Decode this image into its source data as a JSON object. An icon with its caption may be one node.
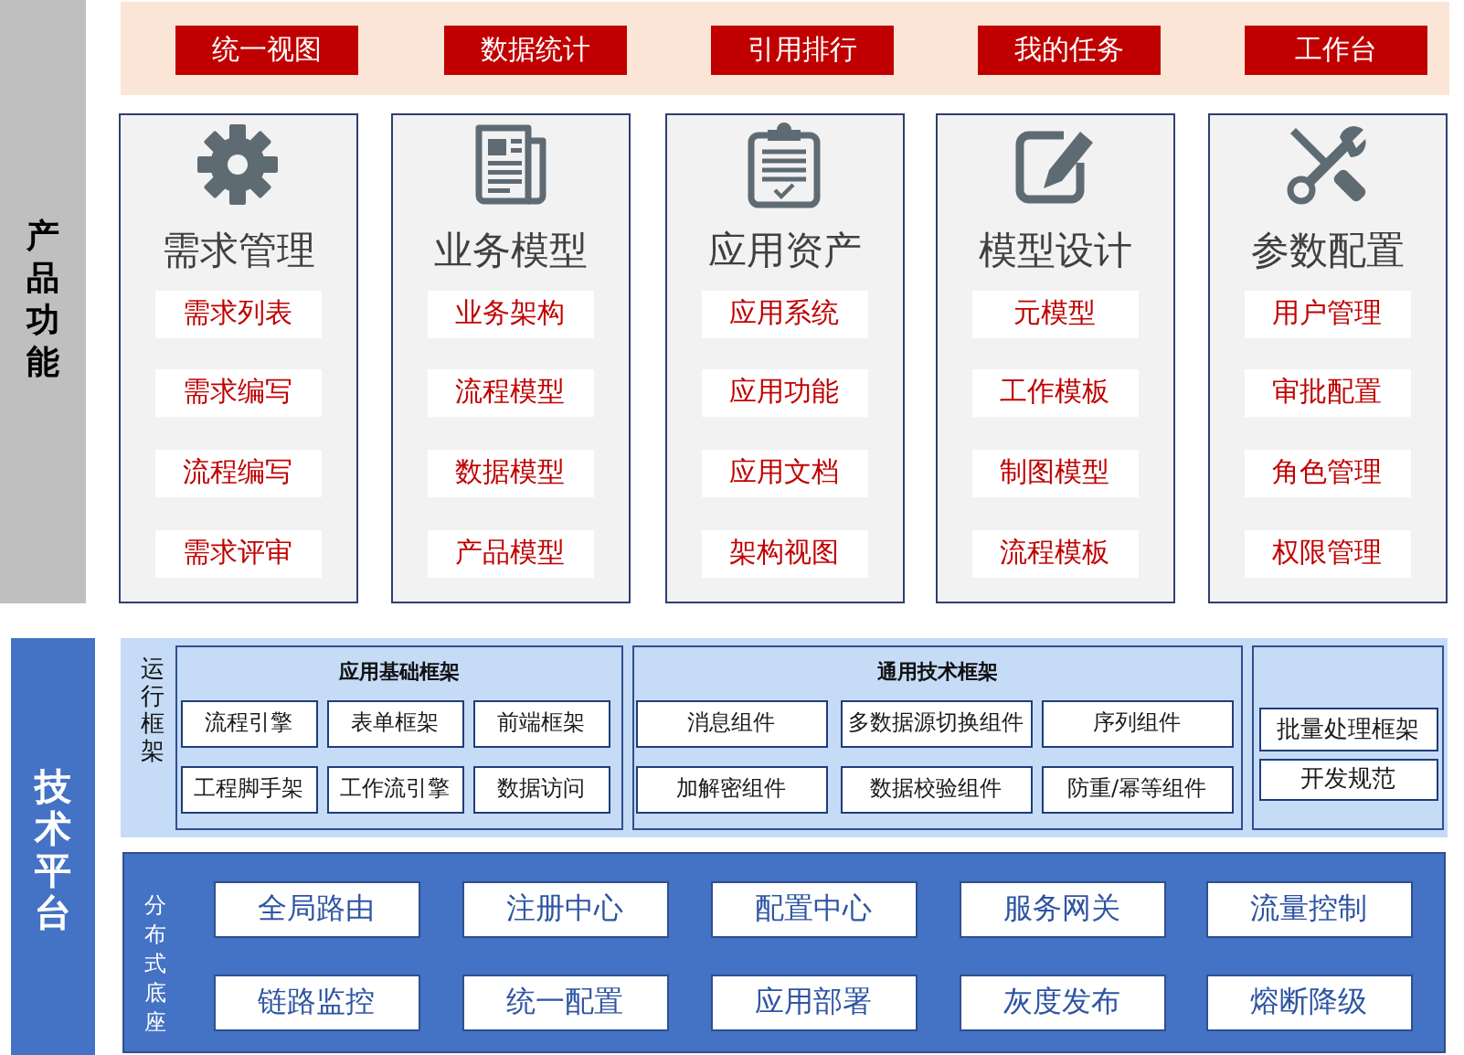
{
  "diagram": {
    "nodes": [
      {
        "text": [
          "产品功能"
        ]
      },
      {
        "text": [],
        "shape": "box"
      },
      {
        "text": [
          "统一视图"
        ],
        "in": 1
      },
      {
        "text": [
          "数据统计"
        ],
        "in": 1
      },
      {
        "text": [
          "引用排行"
        ],
        "in": 1
      },
      {
        "text": [
          "我的任务"
        ],
        "in": 1
      },
      {
        "text": [
          "工作台"
        ],
        "in": 1
      },
      {
        "text": [
          "需求管理"
        ]
      },
      {
        "text": [
          "需求列表"
        ],
        "in": 7
      },
      {
        "text": [
          "需求编写"
        ],
        "in": 7
      },
      {
        "text": [
          "流程编写"
        ],
        "in": 7
      },
      {
        "text": [
          "需求评审"
        ],
        "in": 7
      },
      {
        "text": [
          "业务模型"
        ]
      },
      {
        "text": [
          "业务架构"
        ],
        "in": 12
      },
      {
        "text": [
          "流程模型"
        ],
        "in": 12
      },
      {
        "text": [
          "数据模型"
        ],
        "in": 12
      },
      {
        "text": [
          "产品模型"
        ],
        "in": 12
      },
      {
        "text": [
          "应用资产"
        ]
      },
      {
        "text": [
          "应用系统"
        ],
        "in": 17
      },
      {
        "text": [
          "应用功能"
        ],
        "in": 17
      },
      {
        "text": [
          "应用文档"
        ],
        "in": 17
      },
      {
        "text": [
          "架构视图"
        ],
        "in": 17
      },
      {
        "text": [
          "模型设计"
        ]
      },
      {
        "text": [
          "元模型"
        ],
        "in": 22
      },
      {
        "text": [
          "工作模板"
        ],
        "in": 22
      },
      {
        "text": [
          "制图模型"
        ],
        "in": 22
      },
      {
        "text": [
          "流程模板"
        ],
        "in": 22
      },
      {
        "text": [
          "参数配置"
        ]
      },
      {
        "text": [
          "用户管理"
        ],
        "in": 27
      },
      {
        "text": [
          "审批配置"
        ],
        "in": 27
      },
      {
        "text": [
          "角色管理"
        ],
        "in": 27
      },
      {
        "text": [
          "权限管理"
        ],
        "in": 27
      },
      {
        "text": [
          "技术平台"
        ]
      },
      {
        "text": [
          "运行框架"
        ]
      },
      {
        "text": [
          "应用基础框架"
        ],
        "in": 33
      },
      {
        "text": [
          "流程引擎"
        ],
        "in": 34
      },
      {
        "text": [
          "表单框架"
        ],
        "in": 34
      },
      {
        "text": [
          "前端框架"
        ],
        "in": 34
      },
      {
        "text": [
          "工程脚手架"
        ],
        "in": 34
      },
      {
        "text": [
          "工作流引擎"
        ],
        "in": 34
      },
      {
        "text": [
          "数据访问"
        ],
        "in": 34
      },
      {
        "text": [
          "通用技术框架"
        ],
        "in": 33
      },
      {
        "text": [
          "消息组件"
        ],
        "in": 41
      },
      {
        "text": [
          "多数据源切换组件"
        ],
        "in": 41
      },
      {
        "text": [
          "序列组件"
        ],
        "in": 41
      },
      {
        "text": [
          "加解密组件"
        ],
        "in": 41
      },
      {
        "text": [
          "数据校验组件"
        ],
        "in": 41
      },
      {
        "text": [
          "防重/幂等组件"
        ],
        "in": 41
      },
      {
        "text": [],
        "shape": "box",
        "in": 33
      },
      {
        "text": [
          "批量处理框架"
        ],
        "in": 48
      },
      {
        "text": [
          "开发规范"
        ],
        "in": 48
      },
      {
        "text": [
          "分布式底座"
        ]
      },
      {
        "text": [
          "全局路由"
        ],
        "in": 51
      },
      {
        "text": [
          "注册中心"
        ],
        "in": 51
      },
      {
        "text": [
          "配置中心"
        ],
        "in": 51
      },
      {
        "text": [
          "服务网关"
        ],
        "in": 51
      },
      {
        "text": [
          "流量控制"
        ],
        "in": 51
      },
      {
        "text": [
          "链路监控"
        ],
        "in": 51
      },
      {
        "text": [
          "统一配置"
        ],
        "in": 51
      },
      {
        "text": [
          "应用部署"
        ],
        "in": 51
      },
      {
        "text": [
          "灰度发布"
        ],
        "in": 51
      },
      {
        "text": [
          "熔断降级"
        ],
        "in": 51
      }
    ]
  }
}
